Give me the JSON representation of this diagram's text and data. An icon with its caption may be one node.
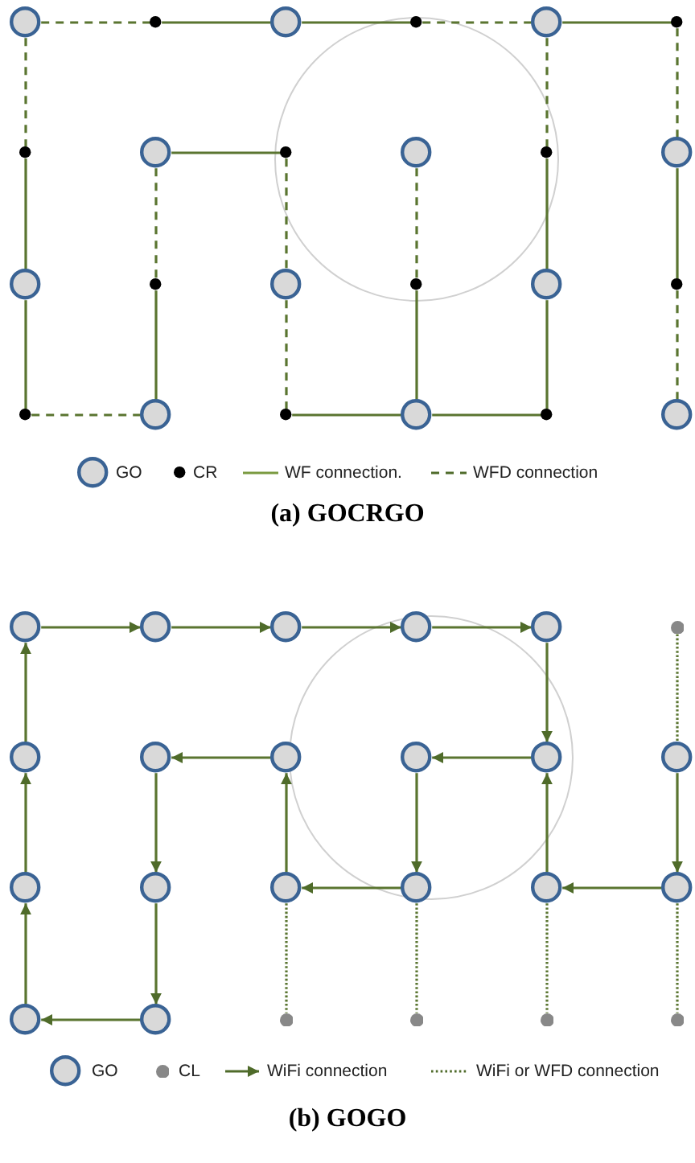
{
  "diagram": {
    "nodes": [
      {
        "text": [],
        "shape": "circle"
      },
      {
        "text": [],
        "shape": "circle"
      },
      {
        "text": [],
        "shape": "circle"
      },
      {
        "text": [],
        "shape": "circle"
      },
      {
        "text": [],
        "shape": "circle"
      },
      {
        "text": [],
        "shape": "circle"
      },
      {
        "text": [],
        "shape": "circle"
      },
      {
        "text": [],
        "shape": "circle"
      },
      {
        "text": [],
        "shape": "circle"
      },
      {
        "text": [],
        "shape": "circle"
      },
      {
        "text": [],
        "shape": "circle"
      },
      {
        "text": [],
        "shape": "circle"
      },
      {
        "text": [],
        "shape": "circle"
      },
      {
        "text": [],
        "shape": "circle"
      },
      {
        "text": [],
        "shape": "circle"
      },
      {
        "text": [],
        "shape": "circle"
      },
      {
        "text": [],
        "shape": "circle"
      },
      {
        "text": [],
        "shape": "circle"
      },
      {
        "text": [],
        "shape": "circle"
      },
      {
        "text": [],
        "shape": "circle"
      },
      {
        "text": [],
        "shape": "circle"
      },
      {
        "text": [],
        "shape": "circle"
      },
      {
        "text": [],
        "shape": "circle"
      },
      {
        "text": [],
        "shape": "circle"
      },
      {
        "text": [],
        "shape": "circle"
      },
      {
        "text": [],
        "shape": "circle"
      },
      {
        "text": [],
        "shape": "circle"
      },
      {
        "text": [],
        "shape": "circle"
      },
      {
        "text": [],
        "shape": "circle"
      },
      {
        "text": [],
        "shape": "circle"
      },
      {
        "text": [],
        "shape": "circle"
      },
      {
        "text": [],
        "shape": "circle"
      },
      {
        "text": [],
        "shape": "circle"
      },
      {
        "text": [],
        "shape": "circle"
      },
      {
        "text": [],
        "shape": "circle"
      },
      {
        "text": [],
        "shape": "circle"
      },
      {
        "text": [],
        "shape": "circle"
      },
      {
        "text": [],
        "shape": "circle"
      },
      {
        "text": [],
        "shape": "circle"
      },
      {
        "text": [],
        "shape": "circle"
      },
      {
        "text": [],
        "shape": "circle"
      },
      {
        "text": [],
        "shape": "circle"
      },
      {
        "text": [],
        "shape": "circle"
      },
      {
        "text": [],
        "shape": "circle"
      },
      {
        "text": [],
        "shape": "circle"
      },
      {
        "text": [],
        "shape": "circle"
      },
      {
        "text": [],
        "shape": "circle"
      },
      {
        "text": [],
        "shape": "circle"
      }
    ],
    "edges": [
      {
        "from": 0,
        "to": 1,
        "arrow": "none",
        "style": "dashed"
      },
      {
        "from": 1,
        "to": 2,
        "arrow": "none"
      },
      {
        "from": 2,
        "to": 3,
        "arrow": "none"
      },
      {
        "from": 3,
        "to": 4,
        "arrow": "none",
        "style": "dashed"
      },
      {
        "from": 4,
        "to": 5,
        "arrow": "none"
      },
      {
        "from": 0,
        "to": 6,
        "arrow": "none",
        "style": "dashed"
      },
      {
        "from": 4,
        "to": 10,
        "arrow": "none",
        "style": "dashed"
      },
      {
        "from": 5,
        "to": 11,
        "arrow": "none",
        "style": "dashed"
      },
      {
        "from": 7,
        "to": 8,
        "arrow": "none"
      },
      {
        "from": 6,
        "to": 12,
        "arrow": "none"
      },
      {
        "from": 7,
        "to": 13,
        "arrow": "none",
        "style": "dashed"
      },
      {
        "from": 8,
        "to": 14,
        "arrow": "none",
        "style": "dashed"
      },
      {
        "from": 9,
        "to": 15,
        "arrow": "none",
        "style": "dashed"
      },
      {
        "from": 10,
        "to": 16,
        "arrow": "none"
      },
      {
        "from": 11,
        "to": 17,
        "arrow": "none"
      },
      {
        "from": 12,
        "to": 18,
        "arrow": "none"
      },
      {
        "from": 13,
        "to": 19,
        "arrow": "none"
      },
      {
        "from": 14,
        "to": 20,
        "arrow": "none",
        "style": "dashed"
      },
      {
        "from": 15,
        "to": 21,
        "arrow": "none"
      },
      {
        "from": 16,
        "to": 22,
        "arrow": "none"
      },
      {
        "from": 17,
        "to": 23,
        "arrow": "none",
        "style": "dashed"
      },
      {
        "from": 18,
        "to": 19,
        "arrow": "none",
        "style": "dashed"
      },
      {
        "from": 20,
        "to": 21,
        "arrow": "none"
      },
      {
        "from": 21,
        "to": 22,
        "arrow": "none"
      },
      {
        "from": 24,
        "to": 25,
        "arrow": "to"
      },
      {
        "from": 25,
        "to": 26,
        "arrow": "to"
      },
      {
        "from": 26,
        "to": 27,
        "arrow": "to"
      },
      {
        "from": 27,
        "to": 28,
        "arrow": "to"
      },
      {
        "from": 29,
        "to": 35,
        "arrow": "none",
        "style": "dashed"
      },
      {
        "from": 28,
        "to": 34,
        "arrow": "to"
      },
      {
        "from": 30,
        "to": 24,
        "arrow": "to"
      },
      {
        "from": 32,
        "to": 31,
        "arrow": "to"
      },
      {
        "from": 34,
        "to": 33,
        "arrow": "to"
      },
      {
        "from": 31,
        "to": 37,
        "arrow": "to"
      },
      {
        "from": 38,
        "to": 32,
        "arrow": "to"
      },
      {
        "from": 33,
        "to": 39,
        "arrow": "to"
      },
      {
        "from": 40,
        "to": 34,
        "arrow": "to"
      },
      {
        "from": 35,
        "to": 41,
        "arrow": "to"
      },
      {
        "from": 36,
        "to": 30,
        "arrow": "to"
      },
      {
        "from": 39,
        "to": 38,
        "arrow": "to"
      },
      {
        "from": 41,
        "to": 40,
        "arrow": "to"
      },
      {
        "from": 42,
        "to": 36,
        "arrow": "to"
      },
      {
        "from": 37,
        "to": 43,
        "arrow": "to"
      },
      {
        "from": 38,
        "to": 44,
        "arrow": "none",
        "style": "dashed"
      },
      {
        "from": 39,
        "to": 45,
        "arrow": "none",
        "style": "dashed"
      },
      {
        "from": 40,
        "to": 46,
        "arrow": "none",
        "style": "dashed"
      },
      {
        "from": 41,
        "to": 47,
        "arrow": "none",
        "style": "dashed"
      },
      {
        "from": 43,
        "to": 42,
        "arrow": "to"
      }
    ],
    "labels": [
      "(a) GOCRGO",
      "(b) GOGO"
    ],
    "legend": [
      {
        "text": "GO"
      },
      {
        "text": "CR"
      },
      {
        "text": "WF connection."
      },
      {
        "text": "WFD connection"
      },
      {
        "text": "GO"
      },
      {
        "text": "CL"
      },
      {
        "text": "WiFi connection"
      },
      {
        "text": "WiFi or WFD connection"
      }
    ]
  }
}
